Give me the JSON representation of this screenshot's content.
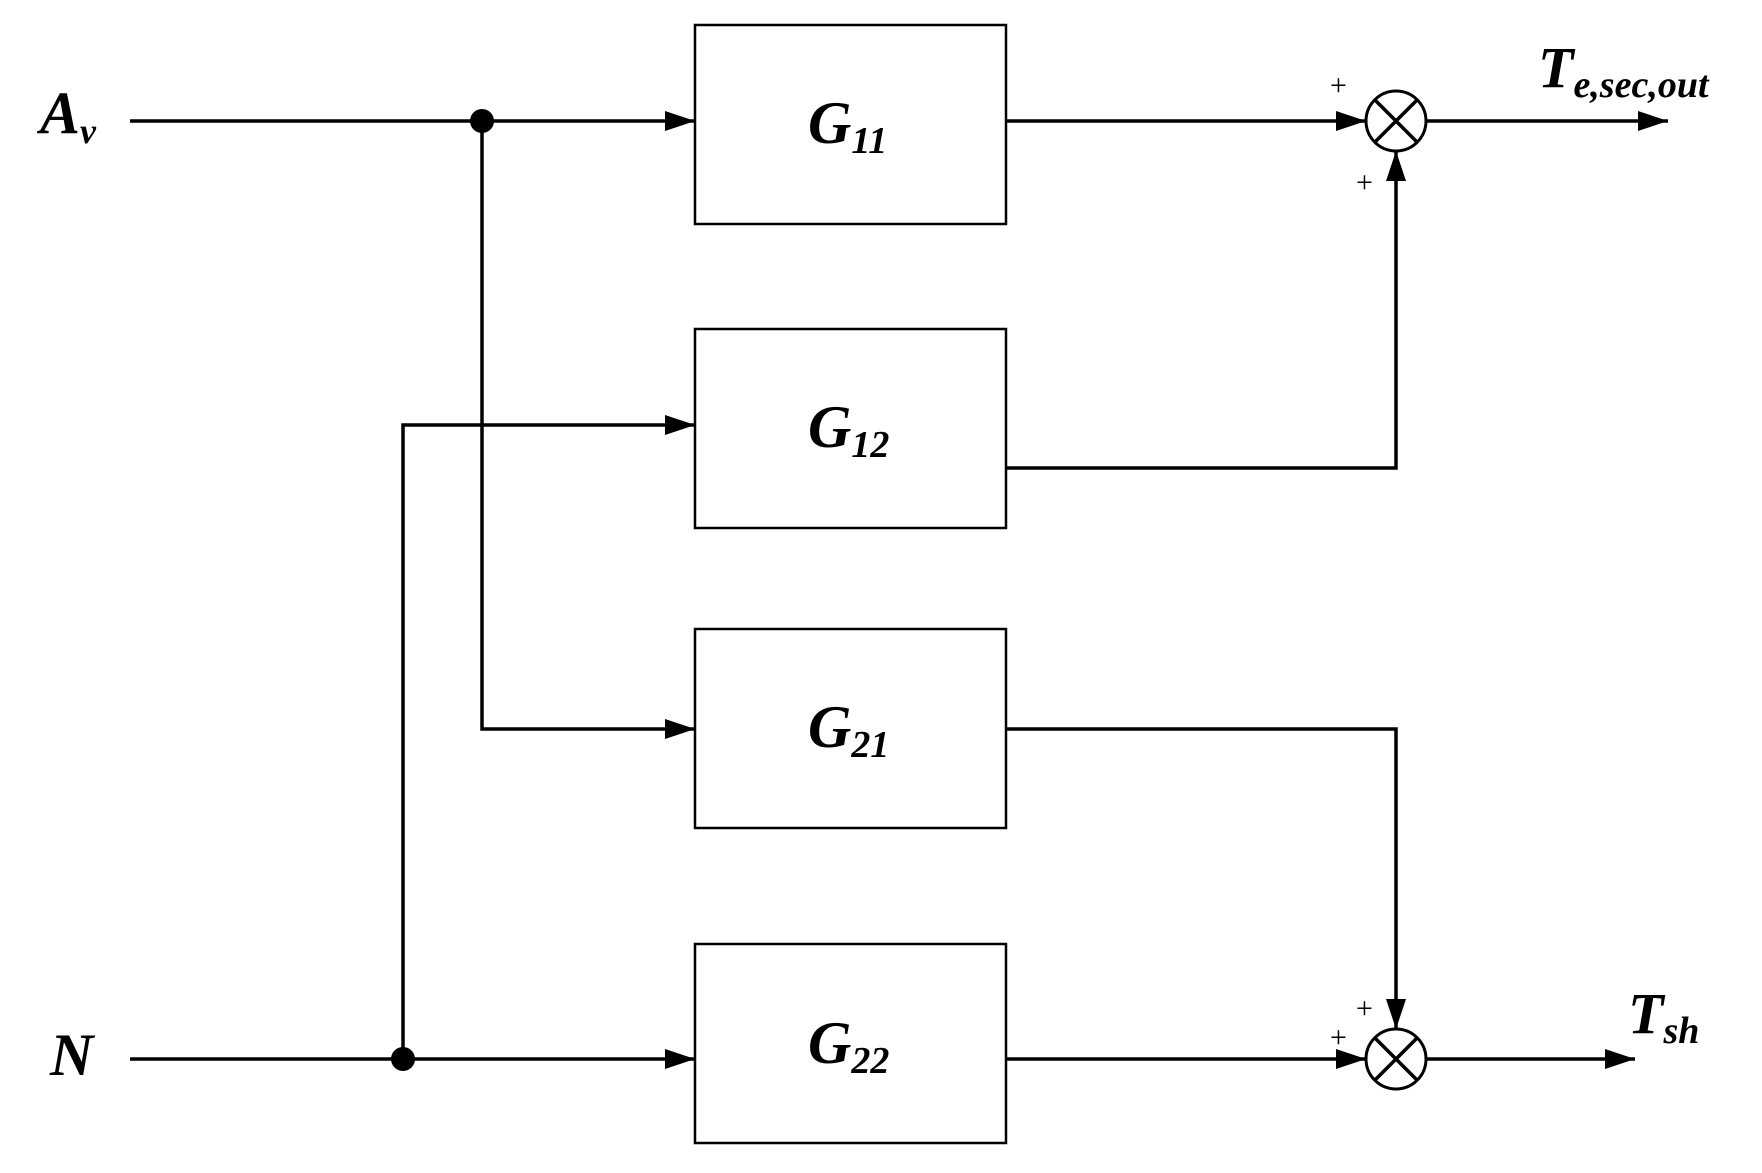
{
  "inputs": {
    "a_v": {
      "main": "A",
      "sub": "v"
    },
    "n": {
      "main": "N"
    }
  },
  "blocks": [
    {
      "main": "G",
      "sub": "11"
    },
    {
      "main": "G",
      "sub": "12"
    },
    {
      "main": "G",
      "sub": "21"
    },
    {
      "main": "G",
      "sub": "22"
    }
  ],
  "outputs": {
    "t_e_sec_out": {
      "main": "T",
      "sub": "e,sec,out"
    },
    "t_sh": {
      "main": "T",
      "sub": "sh"
    }
  },
  "sum_signs": {
    "top_left": "+",
    "top_bottom": "+",
    "bottom_top": "+",
    "bottom_left": "+"
  },
  "icons": {
    "summing_junction": "summing-junction-icon",
    "arrowhead": "arrowhead-icon",
    "branch_point": "branch-point-icon"
  }
}
